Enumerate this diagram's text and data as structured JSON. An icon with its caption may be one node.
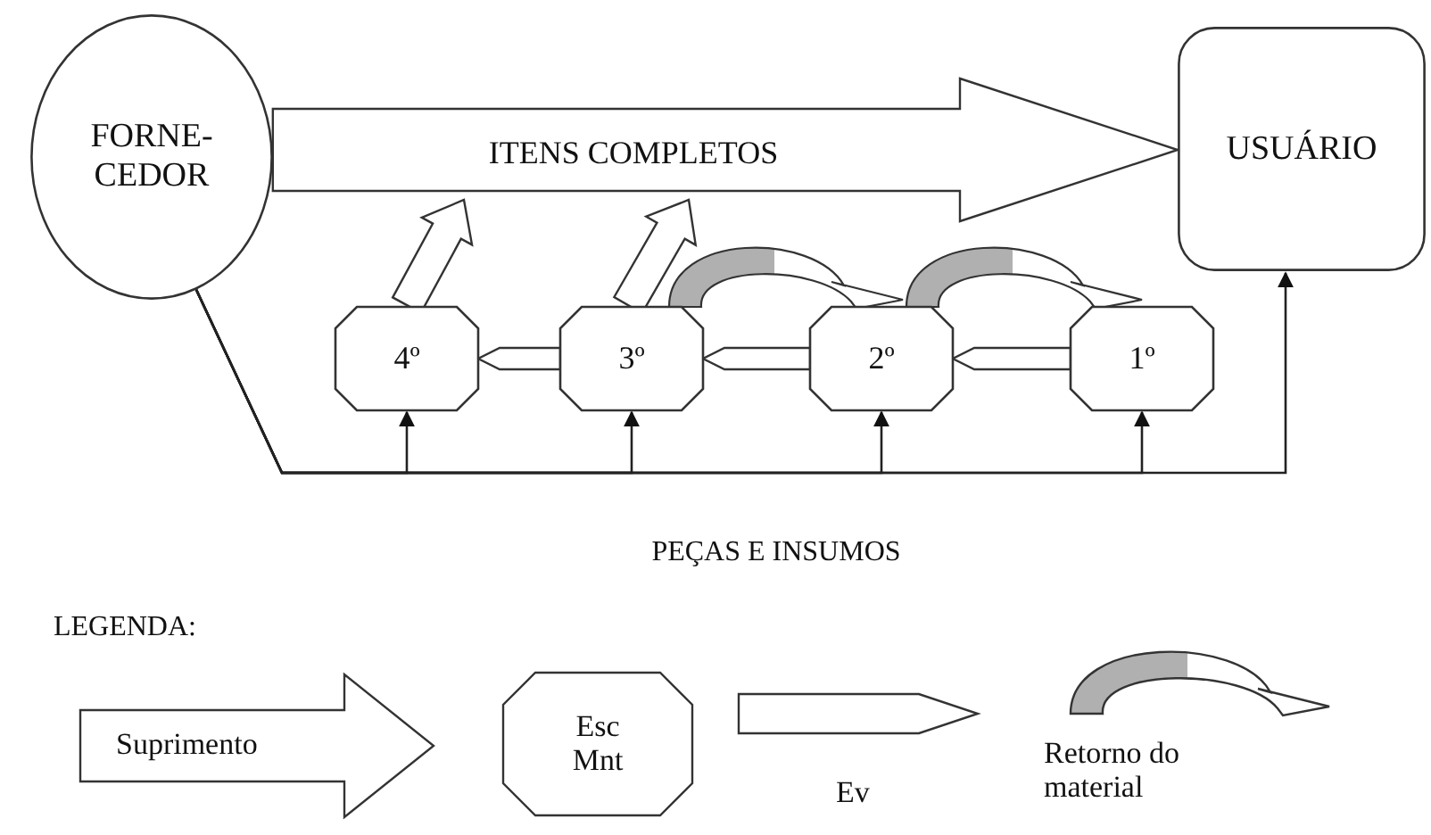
{
  "diagram": {
    "nodes": [
      {
        "text": [
          "FORNE- CEDOR"
        ]
      },
      {
        "text": [
          "USUÁRIO"
        ]
      },
      {
        "text": [
          "4º"
        ]
      },
      {
        "text": [
          "3º"
        ]
      },
      {
        "text": [
          "2º"
        ]
      },
      {
        "text": [
          "1º"
        ]
      }
    ],
    "edges": [
      {
        "from": 0,
        "to": 1,
        "arrow": "to",
        "label": "ITENS COMPLETOS",
        "style": "thick"
      },
      {
        "from": 2,
        "to": null,
        "arrow": "to",
        "style": "thick"
      },
      {
        "from": 3,
        "to": null,
        "arrow": "to",
        "style": "thick"
      },
      {
        "from": 3,
        "to": 2,
        "arrow": "to",
        "style": "thick"
      },
      {
        "from": 4,
        "to": 3,
        "arrow": "to",
        "style": "thick"
      },
      {
        "from": 5,
        "to": 4,
        "arrow": "to",
        "style": "thick"
      },
      {
        "from": 3,
        "to": 4,
        "arrow": "to",
        "style": "thick",
        "color": "#b0b0b0"
      },
      {
        "from": 4,
        "to": 5,
        "arrow": "to",
        "style": "thick",
        "color": "#b0b0b0"
      },
      {
        "from": 0,
        "to": 2,
        "arrow": "to"
      },
      {
        "from": 0,
        "to": 3,
        "arrow": "to"
      },
      {
        "from": 0,
        "to": 4,
        "arrow": "to"
      },
      {
        "from": 0,
        "to": 5,
        "arrow": "to"
      },
      {
        "from": 0,
        "to": 1,
        "arrow": "to"
      }
    ],
    "labels": [
      "PEÇAS E INSUMOS",
      "LEGENDA:"
    ],
    "legend": [
      {
        "text": "Suprimento"
      },
      {
        "text": "Esc Mnt"
      },
      {
        "text": "Ev"
      },
      {
        "text": "Retorno do material"
      }
    ]
  }
}
